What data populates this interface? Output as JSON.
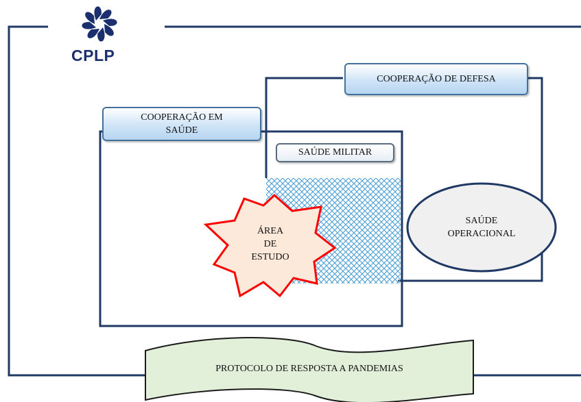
{
  "logo": {
    "text": "CPLP",
    "color": "#1b2f6e"
  },
  "colors": {
    "frame": "#1f3864",
    "label_border": "#41719c",
    "label_fill": "#cfe4f7",
    "hatch": "#4a9fd6",
    "star_fill": "#fde9d9",
    "star_stroke": "#ff0000",
    "ellipse_fill": "#f0f0f0",
    "banner_fill": "#e2f0d9"
  },
  "labels": {
    "cooperacao_defesa": "COOPERAÇÃO DE DEFESA",
    "cooperacao_saude_line1": "COOPERAÇÃO EM",
    "cooperacao_saude_line2": "SAÚDE",
    "saude_militar": "SAÚDE MILITAR",
    "area_estudo_line1": "ÁREA",
    "area_estudo_line2": "DE",
    "area_estudo_line3": "ESTUDO",
    "saude_operacional_line1": "SAÚDE",
    "saude_operacional_line2": "OPERACIONAL",
    "protocolo": "PROTOCOLO DE RESPOSTA A PANDEMIAS"
  }
}
